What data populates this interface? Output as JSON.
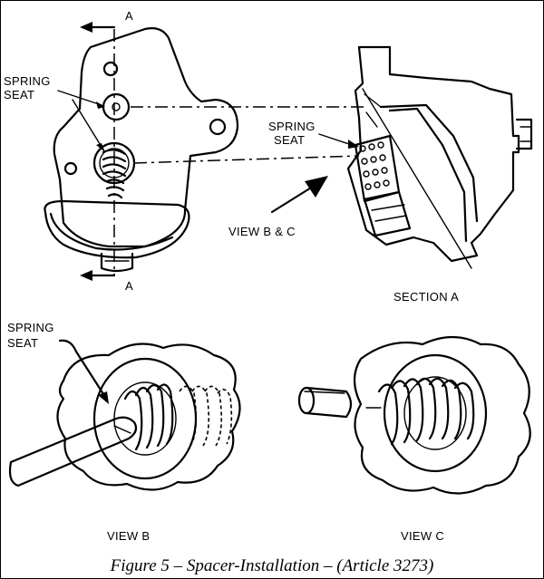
{
  "labels": {
    "section_marker_top": "A",
    "section_marker_bottom": "A",
    "spring_seat_left_line1": "SPRING",
    "spring_seat_left_line2": "SEAT",
    "spring_seat_section_line1": "SPRING",
    "spring_seat_section_line2": "SEAT",
    "view_b_c": "VIEW B & C",
    "section_a": "SECTION A",
    "spring_seat_viewb_line1": "SPRING",
    "spring_seat_viewb_line2": "SEAT",
    "view_b": "VIEW B",
    "view_c": "VIEW C"
  },
  "caption": "Figure 5 – Spacer-Installation – (Article 3273)"
}
